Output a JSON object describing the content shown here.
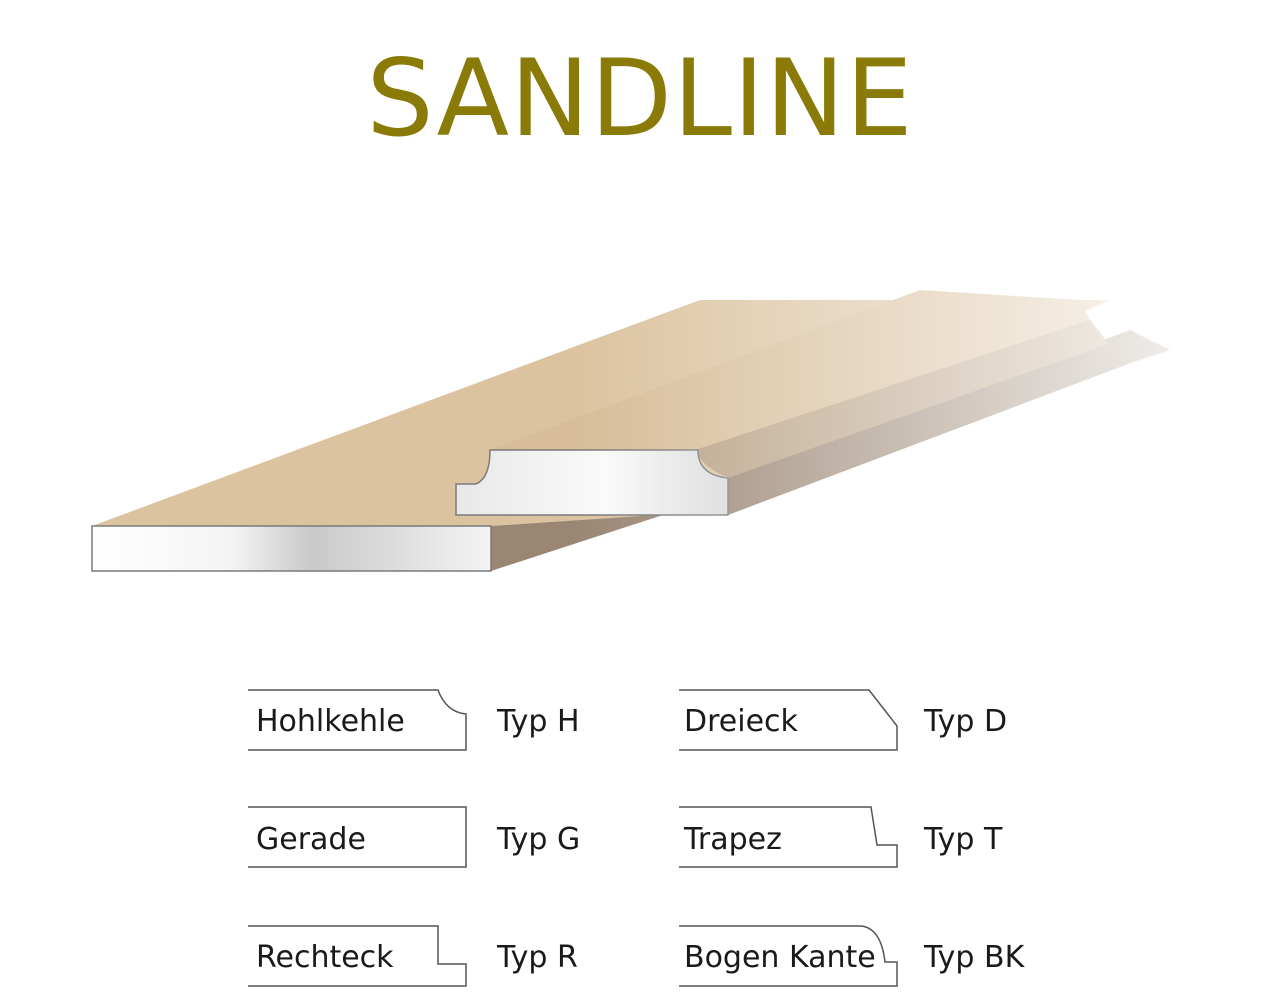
{
  "title": "SANDLINE",
  "colors": {
    "title": "#8a7a08",
    "board_top": "#dcc3a0",
    "board_side": "#9a8673",
    "board_front": "#f2f2f2",
    "outline": "#7a7a7a",
    "text": "#1a1a1a"
  },
  "profiles": [
    {
      "name": "Hohlkehle",
      "type": "Typ H",
      "shape": "cove-notch"
    },
    {
      "name": "Dreieck",
      "type": "Typ D",
      "shape": "chamfer"
    },
    {
      "name": "Gerade",
      "type": "Typ G",
      "shape": "straight"
    },
    {
      "name": "Trapez",
      "type": "Typ T",
      "shape": "trapezoid"
    },
    {
      "name": "Rechteck",
      "type": "Typ R",
      "shape": "rectangular-step"
    },
    {
      "name": "Bogen Kante",
      "type": "Typ BK",
      "shape": "round-edge"
    }
  ]
}
